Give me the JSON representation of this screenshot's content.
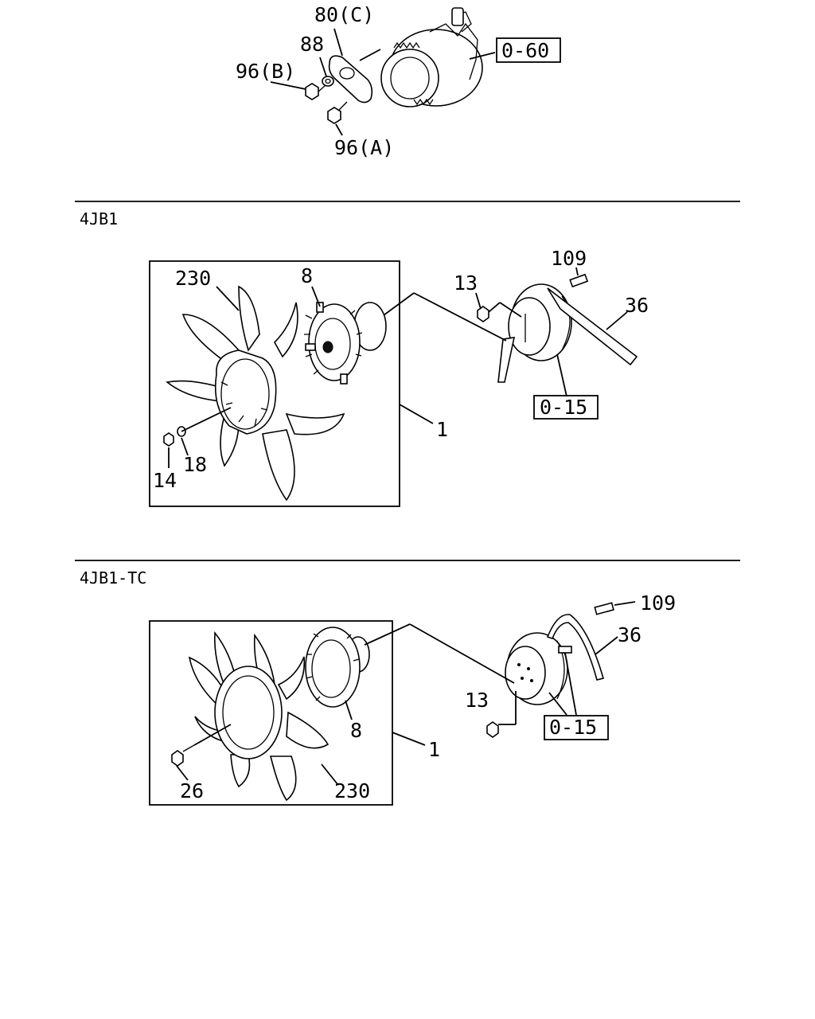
{
  "sections": [
    {
      "name": "4JB1"
    },
    {
      "name": "4JB1-TC"
    }
  ],
  "top": {
    "labels": {
      "l80c": "80(C)",
      "l88": "88",
      "l96b": "96(B)",
      "l96a": "96(A)",
      "ref060": "0-60"
    }
  },
  "mid": {
    "labels": {
      "l230": "230",
      "l8": "8",
      "l13": "13",
      "l109": "109",
      "l36": "36",
      "ref015": "0-15",
      "l1": "1",
      "l14": "14",
      "l18": "18"
    }
  },
  "bot": {
    "labels": {
      "l109": "109",
      "l36": "36",
      "l13": "13",
      "ref015": "0-15",
      "l8": "8",
      "l1": "1",
      "l26": "26",
      "l230": "230"
    }
  }
}
